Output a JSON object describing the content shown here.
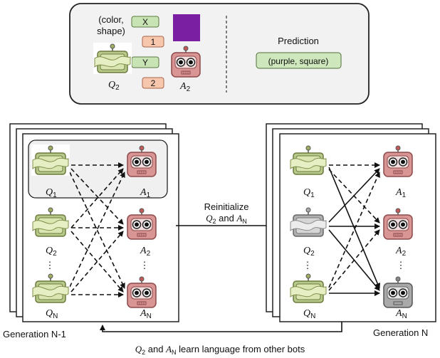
{
  "top_panel": {
    "attribute_label_line1": "(color,",
    "attribute_label_line2": "shape)",
    "q_token_1": "X",
    "q_token_2": "Y",
    "a_token_1": "1",
    "a_token_2": "2",
    "q_label_base": "Q",
    "q_label_sub": "2",
    "a_label_base": "A",
    "a_label_sub": "2",
    "prediction_label": "Prediction",
    "prediction_value": "(purple, square)"
  },
  "generation_left": {
    "caption": "Generation N-1",
    "q_labels": [
      {
        "base": "Q",
        "sub": "1"
      },
      {
        "base": "Q",
        "sub": "2"
      },
      {
        "base": "Q",
        "sub": "N"
      }
    ],
    "a_labels": [
      {
        "base": "A",
        "sub": "1"
      },
      {
        "base": "A",
        "sub": "2"
      },
      {
        "base": "A",
        "sub": "N"
      }
    ],
    "ellipsis": "⋮"
  },
  "generation_right": {
    "caption": "Generation N",
    "q_labels": [
      {
        "base": "Q",
        "sub": "1"
      },
      {
        "base": "Q",
        "sub": "2"
      },
      {
        "base": "Q",
        "sub": "N"
      }
    ],
    "a_labels": [
      {
        "base": "A",
        "sub": "1"
      },
      {
        "base": "A",
        "sub": "2"
      },
      {
        "base": "A",
        "sub": "N"
      }
    ],
    "ellipsis": "⋮"
  },
  "middle_arrow": {
    "line1": "Reinitialize",
    "line2_base_q": "Q",
    "line2_sub_q": "2",
    "line2_and": " and ",
    "line2_base_a": "A",
    "line2_sub_a": "N"
  },
  "bottom_caption": {
    "q_base": "Q",
    "q_sub": "2",
    "and": " and ",
    "a_base": "A",
    "a_sub": "N",
    "rest": " learn language from other bots"
  },
  "colors": {
    "question_bot": "#d4e3a6",
    "question_bot_dark": "#7f8f4a",
    "answer_bot": "#d99494",
    "answer_bot_dark": "#8c4a4a",
    "reset_bot": "#bdbdbd",
    "token_green": "#c9e4b4",
    "token_orange": "#f7c7ad",
    "purple_square": "#7a1fa2",
    "prediction_fill": "#cfe7bd"
  }
}
